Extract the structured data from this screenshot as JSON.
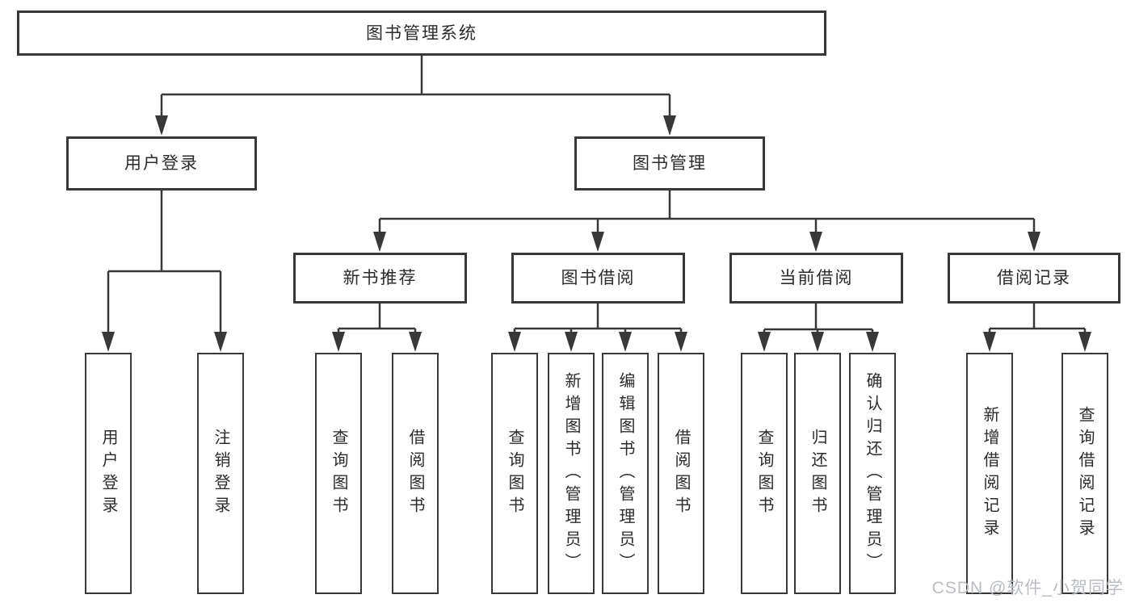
{
  "diagram_type": "hierarchy-tree",
  "colors": {
    "line": "#383838",
    "box_border": "#383838",
    "box_fill": "#ffffff",
    "text": "#2b2b2b",
    "watermark": "#b9bdc1",
    "background": "#ffffff"
  },
  "tree": {
    "root": {
      "label": "图书管理系统",
      "children": [
        {
          "label": "用户登录",
          "children": [
            {
              "label": "用户登录"
            },
            {
              "label": "注销登录"
            }
          ]
        },
        {
          "label": "图书管理",
          "children": [
            {
              "label": "新书推荐",
              "children": [
                {
                  "label": "查询图书"
                },
                {
                  "label": "借阅图书"
                }
              ]
            },
            {
              "label": "图书借阅",
              "children": [
                {
                  "label": "查询图书"
                },
                {
                  "label": "新增图书（管理员）"
                },
                {
                  "label": "编辑图书（管理员）"
                },
                {
                  "label": "借阅图书"
                }
              ]
            },
            {
              "label": "当前借阅",
              "children": [
                {
                  "label": "查询图书"
                },
                {
                  "label": "归还图书"
                },
                {
                  "label": "确认归还（管理员）"
                }
              ]
            },
            {
              "label": "借阅记录",
              "children": [
                {
                  "label": "新增借阅记录"
                },
                {
                  "label": "查询借阅记录"
                }
              ]
            }
          ]
        }
      ]
    }
  },
  "watermark": {
    "text": "CSDN @软件_小贺同学"
  }
}
